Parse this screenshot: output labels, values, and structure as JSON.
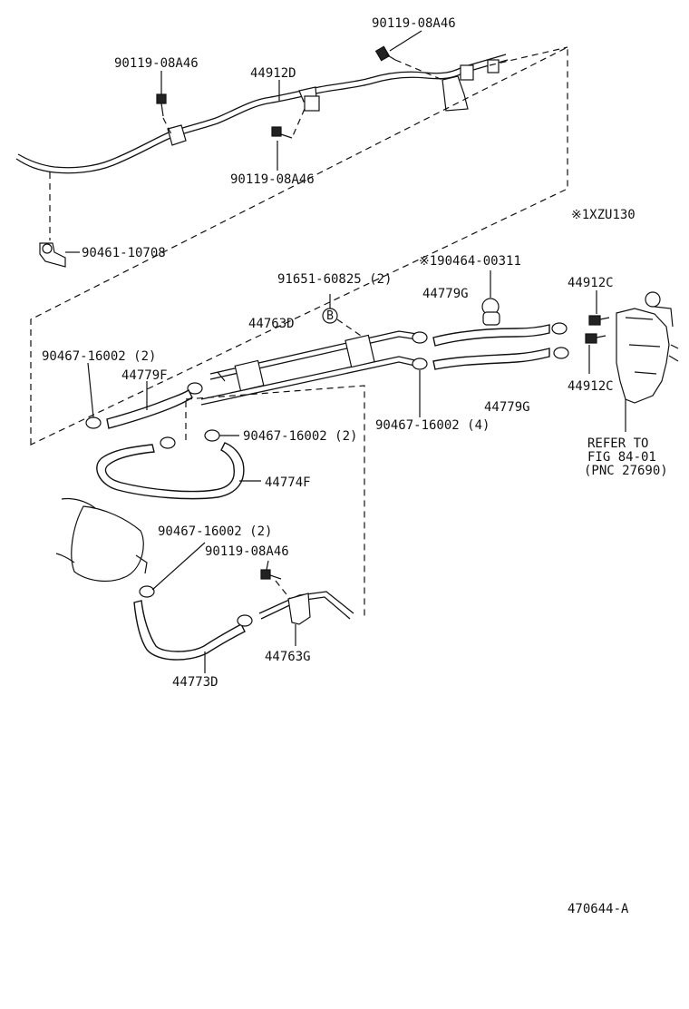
{
  "labels": {
    "bolt_top": "90119-08A46",
    "bolt_left": "90119-08A46",
    "pipe_44912d": "44912D",
    "bolt_mid": "90119-08A46",
    "clamp_90461": "90461-10708",
    "note_xzu": "※1XZU130",
    "clip_190464": "※190464-00311",
    "union_44912c_top": "44912C",
    "union_44912c_bottom": "44912C",
    "screw_91651": "91651-60825 (2)",
    "tube_44763d": "44763D",
    "hose_44779g_top": "44779G",
    "hose_44779g_bottom": "44779G",
    "clip_90467_left": "90467-16002 (2)",
    "hose_44779f": "44779F",
    "clip_90467_4": "90467-16002 (4)",
    "clip_90467_mid": "90467-16002 (2)",
    "hose_44774f": "44774F",
    "refer_line1": "REFER TO",
    "refer_line2": "FIG 84-01",
    "refer_line3": "(PNC 27690)",
    "clip_90467_lower": "90467-16002 (2)",
    "bolt_lower": "90119-08A46",
    "bracket_44763g": "44763G",
    "hose_44773d": "44773D",
    "figure_no": "470644-A",
    "callout_b": "B"
  }
}
